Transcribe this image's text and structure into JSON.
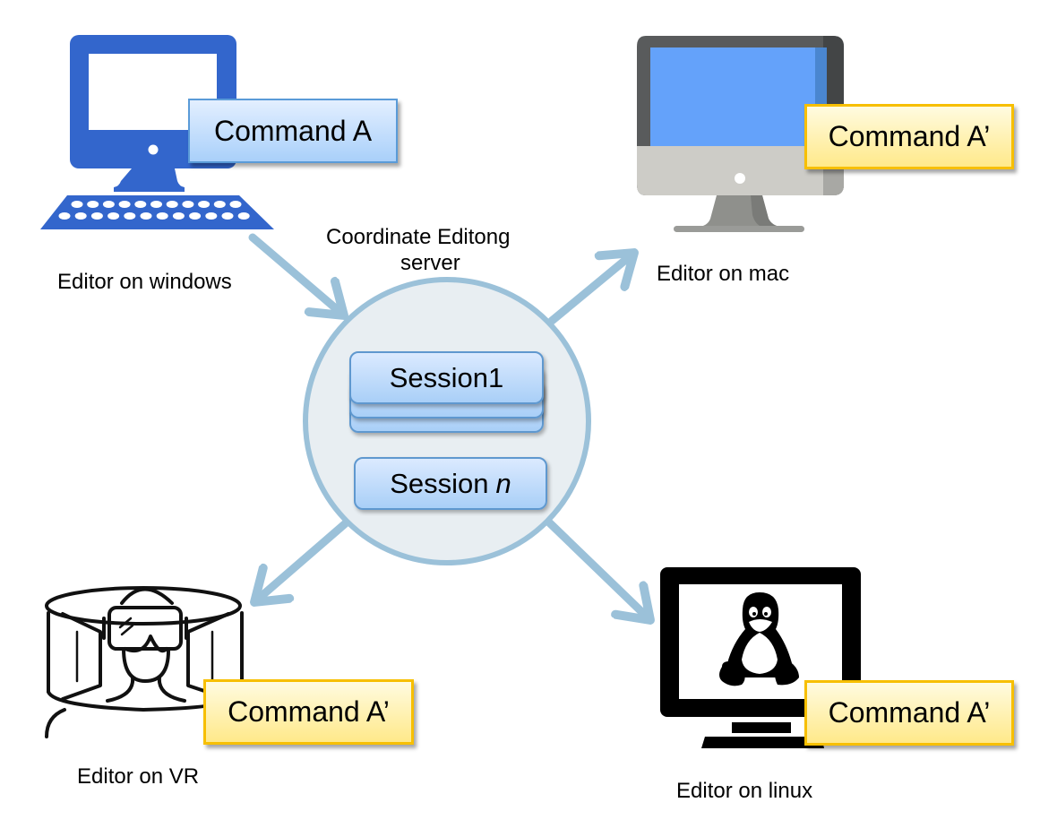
{
  "colors": {
    "arrow": "#9bc1d9",
    "server_fill": "#e8eef2",
    "server_stroke": "#9bc1d9",
    "windows_blue": "#3366cc",
    "mac_screen": "#64a2fa",
    "command_origin_border": "#5a9bd8",
    "command_replica_border": "#f7bf00"
  },
  "server": {
    "title": "Coordinate Editong",
    "subtitle": "server",
    "sessions": [
      {
        "label": "Session1",
        "stacked": true
      },
      {
        "label": "Session",
        "italic_suffix": "n",
        "stacked": false
      }
    ]
  },
  "clients": [
    {
      "id": "windows",
      "label": "Editor on windows",
      "icon": "windows-desktop-icon",
      "command": "Command A",
      "command_kind": "origin",
      "arrow": "to-server"
    },
    {
      "id": "mac",
      "label": "Editor on mac",
      "icon": "mac-monitor-icon",
      "command": "Command A’",
      "command_kind": "replica",
      "arrow": "from-server"
    },
    {
      "id": "vr",
      "label": "Editor on VR",
      "icon": "vr-headset-user-icon",
      "command": "Command A’",
      "command_kind": "replica",
      "arrow": "from-server"
    },
    {
      "id": "linux",
      "label": "Editor on linux",
      "icon": "linux-monitor-icon",
      "command": "Command A’",
      "command_kind": "replica",
      "arrow": "from-server"
    }
  ]
}
